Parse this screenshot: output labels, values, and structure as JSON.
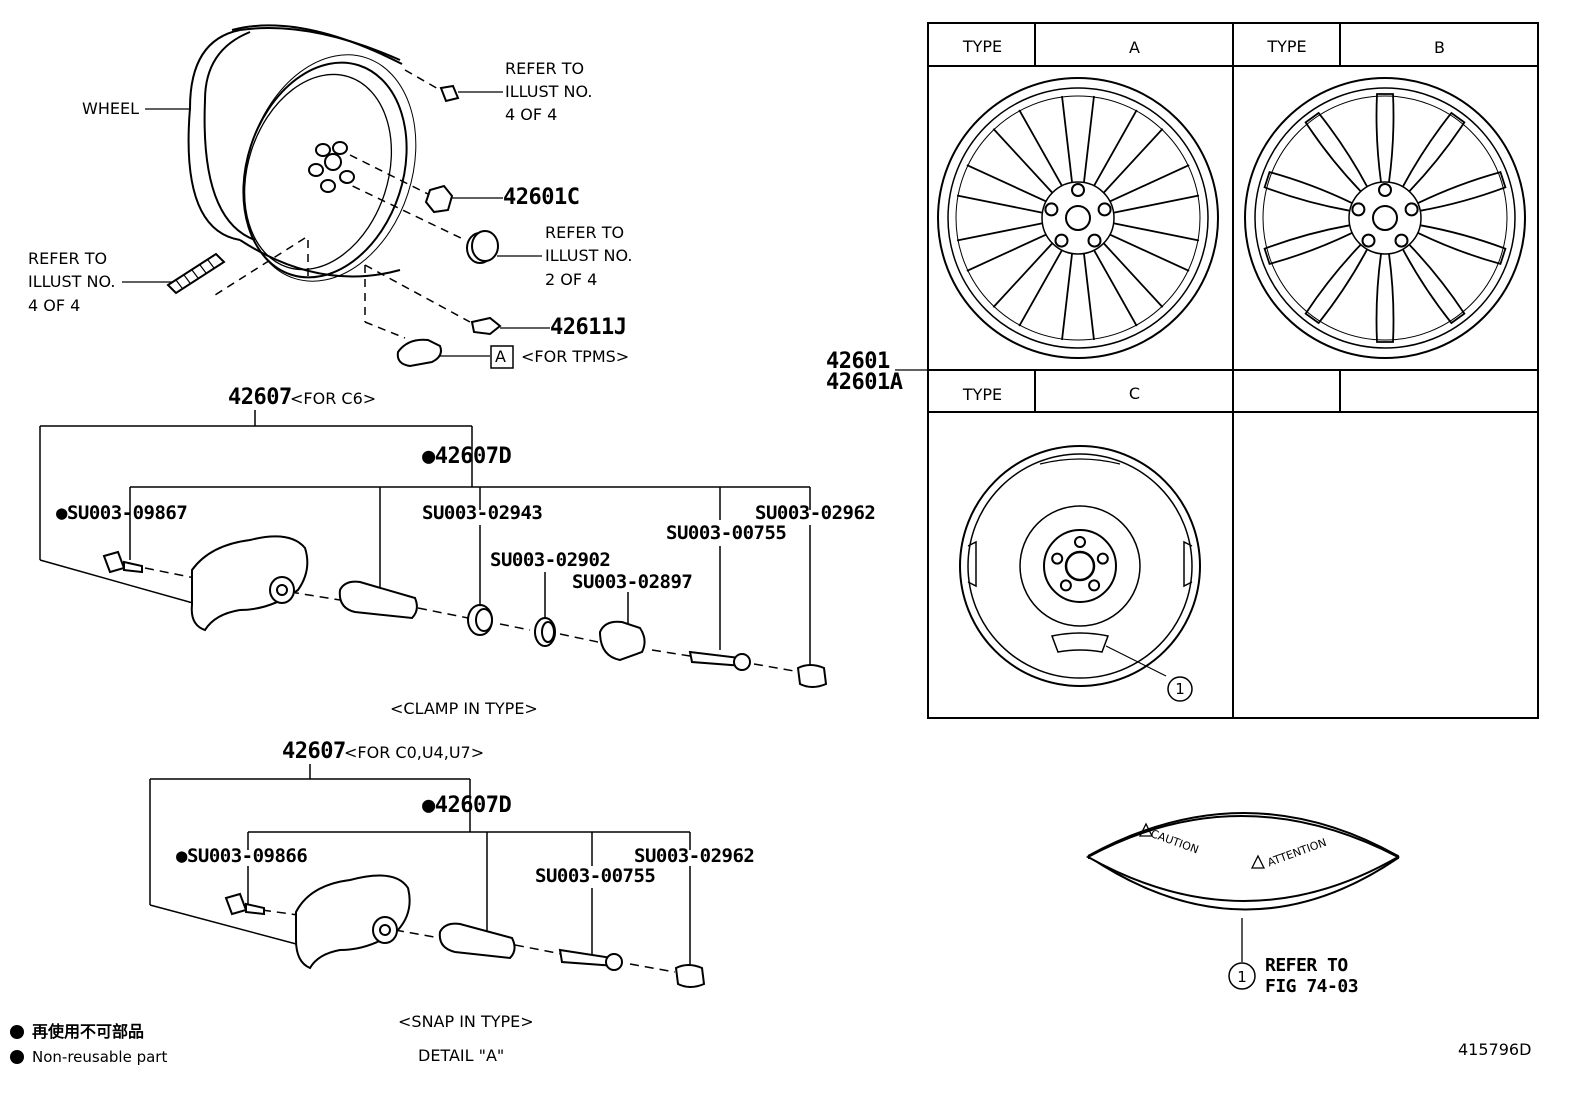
{
  "wheel_assembly": {
    "wheel_label": "WHEEL",
    "refer_top": [
      "REFER TO",
      "ILLUST NO.",
      "4 OF 4"
    ],
    "refer_left": [
      "REFER TO",
      "ILLUST NO.",
      "4 OF 4"
    ],
    "refer_cap": [
      "REFER TO",
      "ILLUST NO.",
      "2 OF 4"
    ],
    "nut_part": "42601C",
    "valve_part": "42611J",
    "tpms_box": "A",
    "tpms_note": "<FOR TPMS>"
  },
  "clamp_detail": {
    "assembly_part": "42607",
    "assembly_note": "<FOR C6>",
    "sub_part": "●42607D",
    "parts": [
      "●SU003-09867",
      "SU003-02943",
      "SU003-02902",
      "SU003-02897",
      "SU003-00755",
      "SU003-02962"
    ],
    "caption": "<CLAMP IN TYPE>"
  },
  "snap_detail": {
    "assembly_part": "42607",
    "assembly_note": "<FOR C0,U4,U7>",
    "sub_part": "●42607D",
    "parts": [
      "●SU003-09866",
      "SU003-00755",
      "SU003-02962"
    ],
    "caption": "<SNAP IN TYPE>",
    "detail_caption": "DETAIL \"A\""
  },
  "type_table": {
    "part_numbers": [
      "42601",
      "42601A"
    ],
    "type_label": "TYPE",
    "types": [
      "A",
      "B",
      "C"
    ],
    "callout": "1"
  },
  "caution_label": {
    "texts": [
      "CAUTION",
      "ATTENTION"
    ],
    "callout": "1",
    "refer": [
      "REFER TO",
      "FIG 74-03"
    ]
  },
  "legend": {
    "jp": "再使用不可部品",
    "en": "Non-reusable part"
  },
  "illustration_id": "415796D"
}
